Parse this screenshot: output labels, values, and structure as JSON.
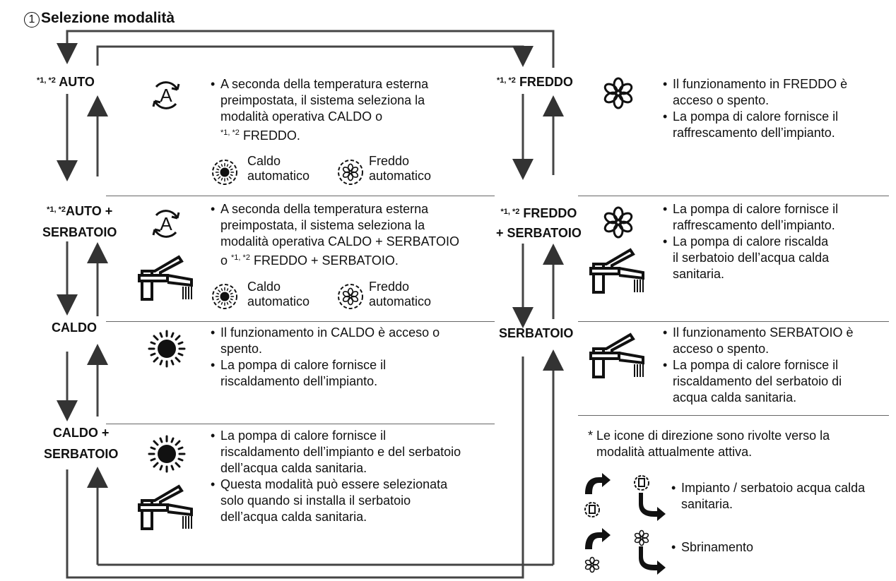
{
  "title": {
    "number": "1",
    "text": "Selezione modalità"
  },
  "modes": {
    "auto": {
      "sup": "*1, *2",
      "label": "AUTO"
    },
    "auto_tank": {
      "sup": "*1, *2",
      "label1": "AUTO +",
      "label2": "SERBATOIO"
    },
    "heat": {
      "label": "CALDO"
    },
    "heat_tank": {
      "label1": "CALDO +",
      "label2": "SERBATOIO"
    },
    "cool": {
      "sup": "*1, *2",
      "label": "FREDDO"
    },
    "cool_tank": {
      "sup": "*1, *2",
      "label1": "FREDDO",
      "label2": "+ SERBATOIO"
    },
    "tank": {
      "label": "SERBATOIO"
    }
  },
  "descriptions": {
    "auto": {
      "l1": "A seconda della temperatura esterna",
      "l2": "preimpostata, il sistema seleziona la",
      "l3": "modalità operativa CALDO o",
      "l4_sup": "*1, *2",
      "l4": "FREDDO."
    },
    "auto_tank": {
      "l1": "A seconda della temperatura esterna",
      "l2": "preimpostata, il sistema seleziona la",
      "l3": "modalità operativa CALDO + SERBATOIO",
      "l4_pre": "o",
      "l4_sup": "*1, *2",
      "l4": "FREDDO + SERBATOIO."
    },
    "heat": {
      "b1a": "Il funzionamento in CALDO è acceso o",
      "b1b": "spento.",
      "b2a": "La pompa di calore fornisce il",
      "b2b": "riscaldamento dell’impianto."
    },
    "heat_tank": {
      "b1a": "La pompa di calore fornisce il",
      "b1b": "riscaldamento dell’impianto e del serbatoio",
      "b1c": "dell’acqua calda sanitaria.",
      "b2a": "Questa modalità può essere selezionata",
      "b2b": "solo quando si installa il serbatoio",
      "b2c": "dell’acqua calda sanitaria."
    },
    "cool": {
      "b1a": "Il funzionamento in FREDDO è",
      "b1b": "acceso o spento.",
      "b2a": "La pompa di calore fornisce il",
      "b2b": "raffrescamento dell’impianto."
    },
    "cool_tank": {
      "b1a": "La pompa di calore fornisce il",
      "b1b": "raffrescamento dell’impianto.",
      "b2a": "La pompa di calore riscalda",
      "b2b": "il serbatoio dell’acqua calda",
      "b2c": "sanitaria."
    },
    "tank": {
      "b1a": "Il funzionamento SERBATOIO è",
      "b1b": "acceso o spento.",
      "b2a": "La pompa di calore fornisce il",
      "b2b": "riscaldamento del serbatoio di",
      "b2c": "acqua calda sanitaria."
    }
  },
  "auto_sub": {
    "heat1": "Caldo",
    "heat2": "automatico",
    "cool1": "Freddo",
    "cool2": "automatico"
  },
  "note": {
    "l1": "* Le icone di direzione sono rivolte verso la",
    "l2": "modalità attualmente attiva.",
    "legend1a": "Impianto / serbatoio acqua calda",
    "legend1b": "sanitaria.",
    "legend2": "Sbrinamento"
  },
  "icons": [
    "auto-icon",
    "sun-icon",
    "snowflake-icon",
    "faucet-icon",
    "auto-heat-icon",
    "auto-cool-icon",
    "direction-arrow-icon",
    "defrost-icon"
  ]
}
